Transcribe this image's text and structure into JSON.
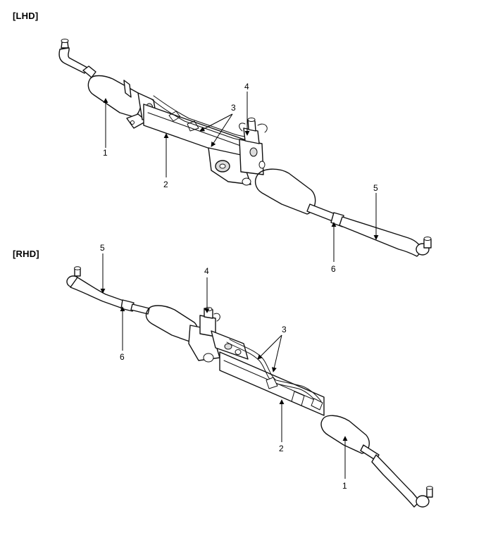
{
  "sections": [
    {
      "id": "lhd",
      "label": "[LHD]"
    },
    {
      "id": "rhd",
      "label": "[RHD]"
    }
  ],
  "lhd_callouts": [
    {
      "id": "c1",
      "text": "1"
    },
    {
      "id": "c2",
      "text": "2"
    },
    {
      "id": "c3",
      "text": "3"
    },
    {
      "id": "c4",
      "text": "4"
    },
    {
      "id": "c5",
      "text": "5"
    },
    {
      "id": "c6",
      "text": "6"
    }
  ],
  "rhd_callouts": [
    {
      "id": "c1",
      "text": "1"
    },
    {
      "id": "c2",
      "text": "2"
    },
    {
      "id": "c3",
      "text": "3"
    },
    {
      "id": "c4",
      "text": "4"
    },
    {
      "id": "c5",
      "text": "5"
    },
    {
      "id": "c6",
      "text": "6"
    }
  ]
}
